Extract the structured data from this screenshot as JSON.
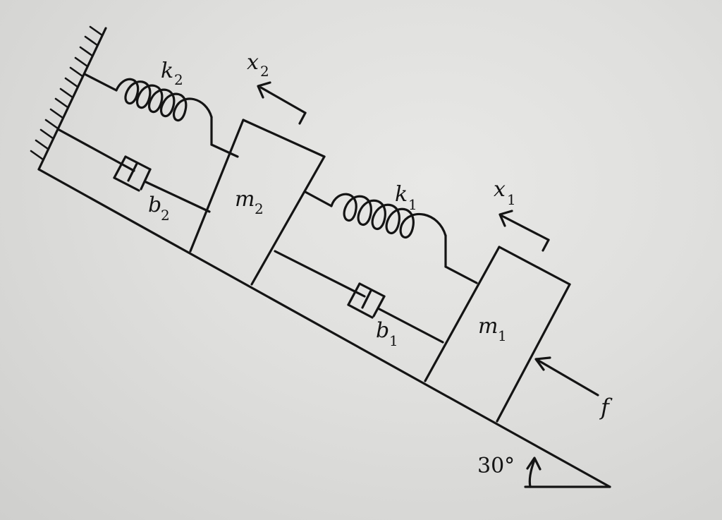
{
  "labels": {
    "k2": {
      "main": "k",
      "sub": "2"
    },
    "x2": {
      "main": "x",
      "sub": "2"
    },
    "b2": {
      "main": "b",
      "sub": "2"
    },
    "m2": {
      "main": "m",
      "sub": "2"
    },
    "k1": {
      "main": "k",
      "sub": "1"
    },
    "x1": {
      "main": "x",
      "sub": "1"
    },
    "b1": {
      "main": "b",
      "sub": "1"
    },
    "m1": {
      "main": "m",
      "sub": "1"
    },
    "f": "f",
    "angle": "30°"
  }
}
